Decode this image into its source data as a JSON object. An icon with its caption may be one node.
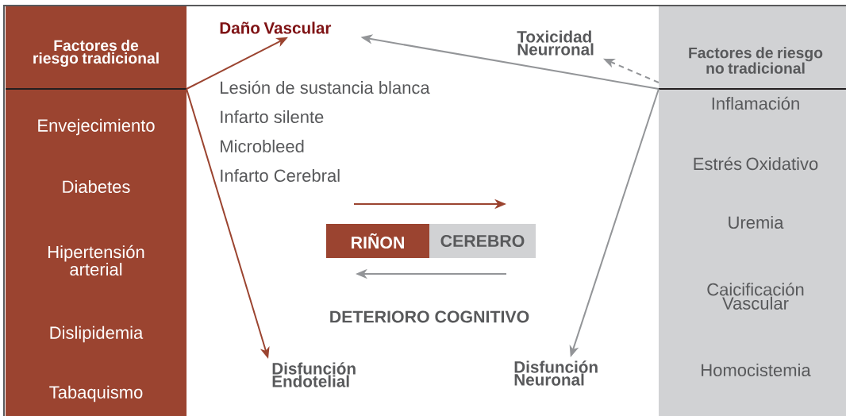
{
  "diagram": {
    "nodes": [
      {
        "text": [
          "Factores de riesgo tradicional",
          "Envejecimiento",
          "Diabetes",
          "Hipertensión arterial",
          "Dislipidemia",
          "Tabaquismo"
        ]
      },
      {
        "text": [
          "Factores de riesgo no tradicional",
          "Inflamación",
          "Estrés Oxidativo",
          "Uremia",
          "Caicificación Vascular",
          "Homocistemia"
        ]
      },
      {
        "text": [
          "Daño Vascular"
        ]
      },
      {
        "text": [
          "Toxicidad Neurronal"
        ]
      },
      {
        "text": [
          "RIÑON"
        ]
      },
      {
        "text": [
          "CEREBRO"
        ]
      },
      {
        "text": [
          "Disfunción Endotelial"
        ]
      },
      {
        "text": [
          "Disfunción Neuronal"
        ]
      }
    ],
    "edges": [
      {
        "from": 0,
        "to": 2,
        "arrow": "to",
        "color": "#9b4430"
      },
      {
        "from": 0,
        "to": 6,
        "arrow": "to",
        "color": "#9b4430"
      },
      {
        "from": 1,
        "to": 2,
        "arrow": "to"
      },
      {
        "from": 1,
        "to": 3,
        "arrow": "to",
        "style": "dashed"
      },
      {
        "from": 1,
        "to": 7,
        "arrow": "to"
      },
      {
        "from": 4,
        "to": 5,
        "arrow": "to",
        "color": "#9b4430"
      },
      {
        "from": 5,
        "to": 4,
        "arrow": "to"
      }
    ],
    "labels": [
      "Lesión de sustancia blanca",
      "Infarto silente",
      "Microbleed",
      "Infarto Cerebral",
      "DETERIORO COGNITIVO"
    ]
  }
}
